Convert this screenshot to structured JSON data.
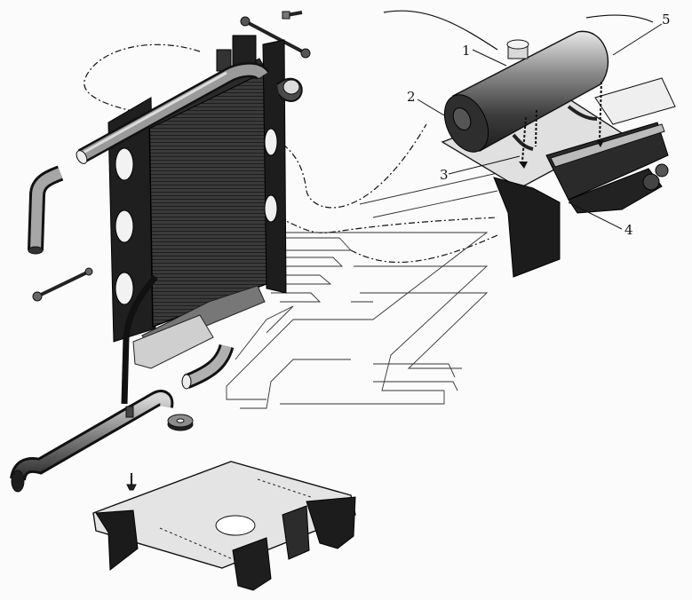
{
  "callouts": {
    "c1": "1",
    "c2": "2",
    "c3": "3",
    "c4": "4",
    "c5": "5"
  },
  "colors": {
    "ink": "#111111",
    "dark_metal": "#2b2b2b",
    "mid_metal": "#6e6e6e",
    "light_metal": "#bdbdbd",
    "background": "#fbfbfb"
  }
}
